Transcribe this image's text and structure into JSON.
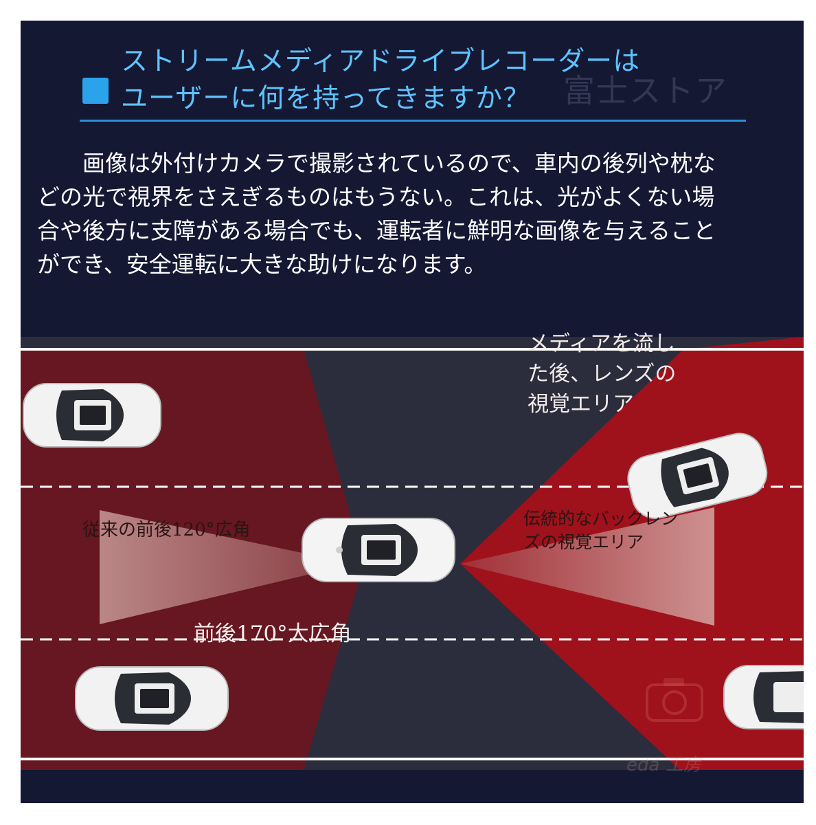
{
  "title": {
    "line1": "ストリームメディアドライブレコーダーは",
    "line2": "ユーザーに何を持ってきますか？"
  },
  "watermark": {
    "top": "富士ストア",
    "bottom": "eda 工房"
  },
  "body": {
    "lines": [
      "　　画像は外付けカメラで撮影されているので、車内の後列や枕な",
      "どの光で視界をさえぎるものはもうない。これは、光がよくない場",
      "合や後方に支障がある場合でも、運転者に鮮明な画像を与えること",
      "ができ、安全運転に大きな助けになります。"
    ]
  },
  "diagram": {
    "media_label": [
      "メディアを流し",
      "た後、レンズの",
      "視覚エリア"
    ],
    "traditional_label": [
      "伝統的なバックレン",
      "ズの視覚エリア"
    ],
    "conventional_label": "従来の前後120°広角",
    "wide_label": "前後170°大広角"
  },
  "colors": {
    "background": "#141833",
    "title": "#5ec3ff",
    "accent": "#2aa3ea",
    "wide_zone": "#6a1620",
    "media_zone": "#a3111a",
    "road": "#2b2d3c"
  }
}
